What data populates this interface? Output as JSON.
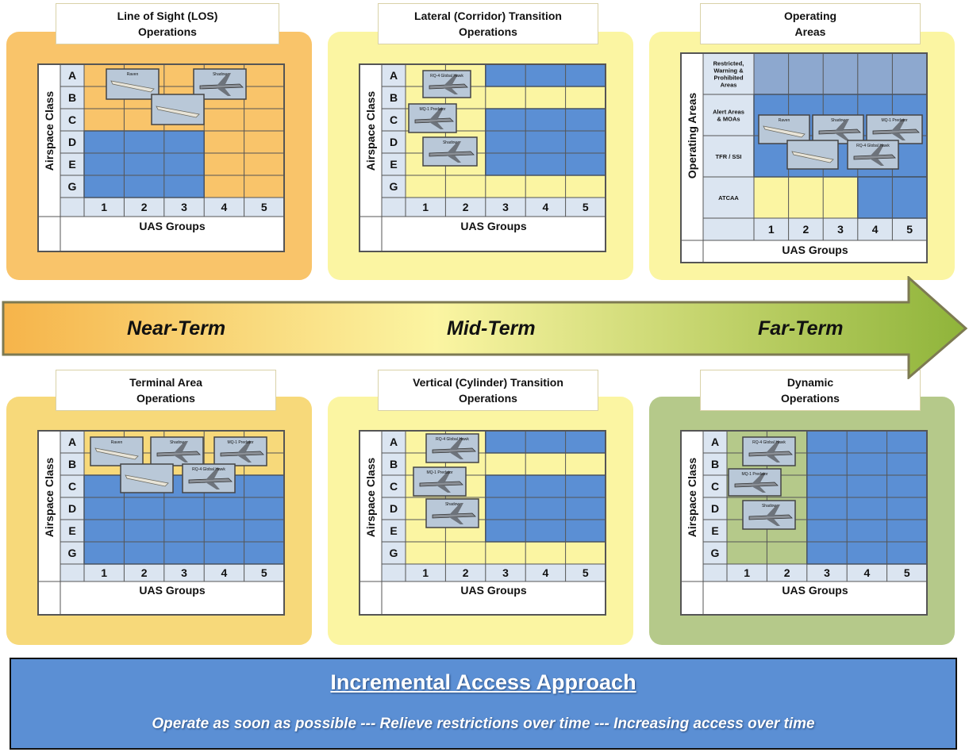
{
  "colors": {
    "orange": "#f9c46a",
    "yellow": "#fbf5a2",
    "gold": "#f7d97a",
    "green": "#b5c98a",
    "cell_blue": "#5b8fd4",
    "grid_header": "#dbe5f1",
    "banner": "#5b8fd4"
  },
  "panels": [
    {
      "id": "los",
      "title_line1": "Line of Sight (LOS)",
      "title_line2": "Operations",
      "row_axis": "Airspace Class",
      "rows": [
        "A",
        "B",
        "C",
        "D",
        "E",
        "G"
      ],
      "cols": [
        "1",
        "2",
        "3",
        "4",
        "5"
      ],
      "col_axis": "UAS Groups",
      "aircraft": [
        {
          "label": "Raven",
          "icon": "raven-icon"
        },
        {
          "label": "Shadow",
          "icon": "shadow-icon"
        },
        {
          "label": "",
          "icon": "scaneagle-icon"
        }
      ]
    },
    {
      "id": "lateral",
      "title_line1": "Lateral (Corridor) Transition",
      "title_line2": "Operations",
      "row_axis": "Airspace Class",
      "rows": [
        "A",
        "B",
        "C",
        "D",
        "E",
        "G"
      ],
      "cols": [
        "1",
        "2",
        "3",
        "4",
        "5"
      ],
      "col_axis": "UAS Groups",
      "aircraft": [
        {
          "label": "RQ-4 Global Hawk",
          "icon": "global-hawk-icon"
        },
        {
          "label": "MQ-1 Predator",
          "icon": "predator-icon"
        },
        {
          "label": "Shadow",
          "icon": "shadow-icon"
        }
      ]
    },
    {
      "id": "operating",
      "title_line1": "Operating",
      "title_line2": "Areas",
      "row_axis": "Operating Areas",
      "rows": [
        "Restricted, Warning & Prohibited Areas",
        "Alert Areas & MOAs",
        "TFR / SSI",
        "ATCAA"
      ],
      "cols": [
        "1",
        "2",
        "3",
        "4",
        "5"
      ],
      "col_axis": "UAS Groups",
      "aircraft": [
        {
          "label": "Raven",
          "icon": "raven-icon"
        },
        {
          "label": "Shadow",
          "icon": "shadow-icon"
        },
        {
          "label": "MQ-1 Predator",
          "icon": "predator-icon"
        },
        {
          "label": "",
          "icon": "scaneagle-icon"
        },
        {
          "label": "RQ-4 Global Hawk",
          "icon": "global-hawk-icon"
        }
      ]
    },
    {
      "id": "terminal",
      "title_line1": "Terminal Area",
      "title_line2": "Operations",
      "row_axis": "Airspace Class",
      "rows": [
        "A",
        "B",
        "C",
        "D",
        "E",
        "G"
      ],
      "cols": [
        "1",
        "2",
        "3",
        "4",
        "5"
      ],
      "col_axis": "UAS Groups",
      "aircraft": [
        {
          "label": "Raven",
          "icon": "raven-icon"
        },
        {
          "label": "Shadow",
          "icon": "shadow-icon"
        },
        {
          "label": "MQ-1 Predator",
          "icon": "predator-icon"
        },
        {
          "label": "",
          "icon": "scaneagle-icon"
        },
        {
          "label": "RQ-4 Global Hawk",
          "icon": "global-hawk-icon"
        }
      ]
    },
    {
      "id": "vertical",
      "title_line1": "Vertical (Cylinder) Transition",
      "title_line2": "Operations",
      "row_axis": "Airspace Class",
      "rows": [
        "A",
        "B",
        "C",
        "D",
        "E",
        "G"
      ],
      "cols": [
        "1",
        "2",
        "3",
        "4",
        "5"
      ],
      "col_axis": "UAS Groups",
      "aircraft": [
        {
          "label": "RQ-4 Global Hawk",
          "icon": "global-hawk-icon"
        },
        {
          "label": "MQ-1 Predator",
          "icon": "predator-icon"
        },
        {
          "label": "Shadow",
          "icon": "shadow-icon"
        }
      ]
    },
    {
      "id": "dynamic",
      "title_line1": "Dynamic",
      "title_line2": "Operations",
      "row_axis": "Airspace Class",
      "rows": [
        "A",
        "B",
        "C",
        "D",
        "E",
        "G"
      ],
      "cols": [
        "1",
        "2",
        "3",
        "4",
        "5"
      ],
      "col_axis": "UAS Groups",
      "aircraft": [
        {
          "label": "RQ-4 Global Hawk",
          "icon": "global-hawk-icon"
        },
        {
          "label": "MQ-1 Predator",
          "icon": "predator-icon"
        },
        {
          "label": "Shadow",
          "icon": "shadow-icon"
        }
      ]
    }
  ],
  "timeline": {
    "near": "Near-Term",
    "mid": "Mid-Term",
    "far": "Far-Term"
  },
  "banner": {
    "title": "Incremental Access Approach",
    "subtitle": "Operate as soon as possible ---  Relieve restrictions  over time --- Increasing access over time"
  }
}
